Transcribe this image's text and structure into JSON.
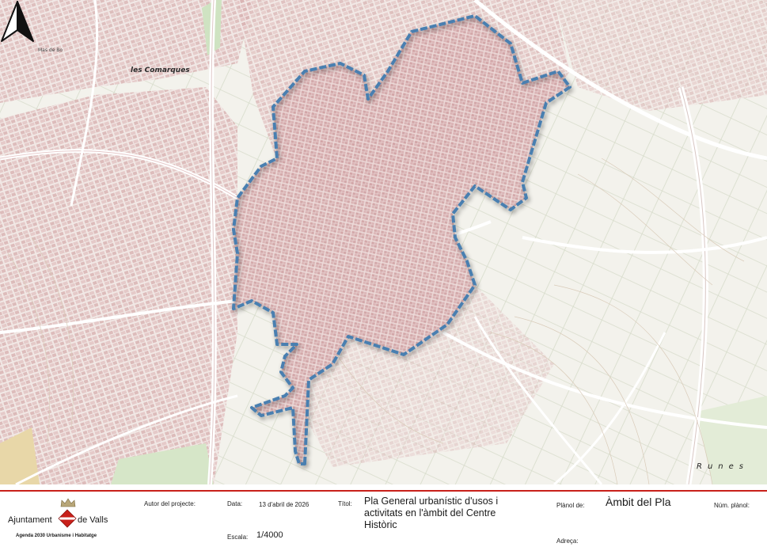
{
  "map": {
    "labels": {
      "comarques": "les Comarques",
      "runes": "Runes",
      "mas": "Mas de Bo"
    },
    "colors": {
      "boundary": "#4a7fb0",
      "background": "#f4f1ee",
      "buildings": "#d9b9b9",
      "roads": "#ffffff",
      "green": "#cfe3c2",
      "accent": "#c8201a"
    },
    "icons": [
      "north-arrow-icon"
    ]
  },
  "titleblock": {
    "logo": {
      "ajuntament": "Ajuntament",
      "de_valls": "de Valls",
      "agenda": "Agenda 2030 Urbanisme i Habitatge"
    },
    "autor_label": "Autor del projecte:",
    "data_label": "Data:",
    "data_value": "13 d'abril de 2026",
    "escala_label": "Escala:",
    "escala_value": "1/4000",
    "titol_label": "Títol:",
    "titol_value": "Pla General urbanístic d'usos i activitats en l'àmbit del Centre Històric",
    "planol_label": "Plànol de:",
    "planol_value": "Àmbit del Pla",
    "adreca_label": "Adreça:",
    "num_label": "Núm. plànol:"
  }
}
